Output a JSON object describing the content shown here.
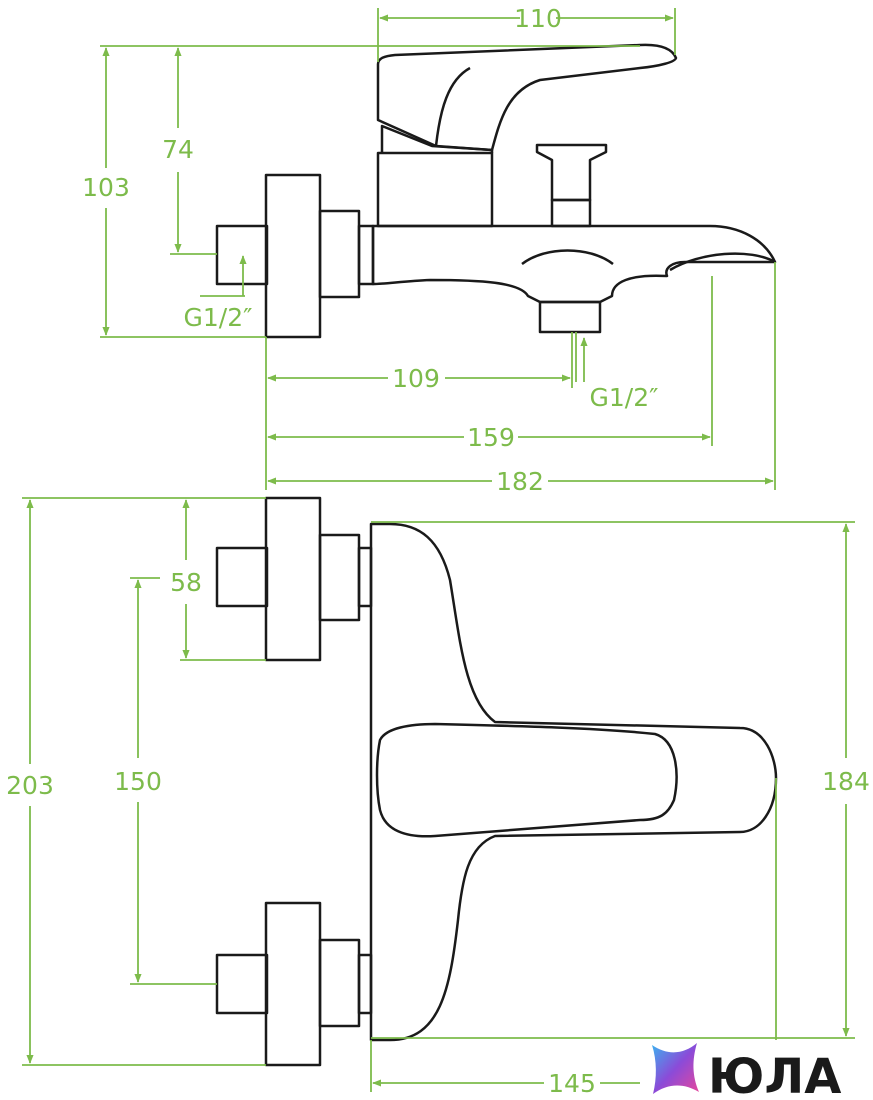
{
  "colors": {
    "dimension": "#7dbb4b",
    "outline": "#1a1a1a",
    "logo_text": "#1a1a1a",
    "logo_gradient": [
      "#3bb2f0",
      "#8b4bd8",
      "#e8479b"
    ]
  },
  "logo": {
    "icon": "star-logo-icon",
    "text": "ЮЛА"
  },
  "side_view": {
    "dimensions": {
      "top_width": "110",
      "total_height": "103",
      "lever_height": "74",
      "connection_thread": "G1/2″",
      "outlet_distance": "109",
      "outlet_thread": "G1/2″",
      "spout_distance": "159",
      "total_depth": "182"
    }
  },
  "top_view": {
    "dimensions": {
      "total_width": "203",
      "eccentric_height": "58",
      "connection_spacing": "150",
      "body_height": "184",
      "projection": "145"
    }
  }
}
